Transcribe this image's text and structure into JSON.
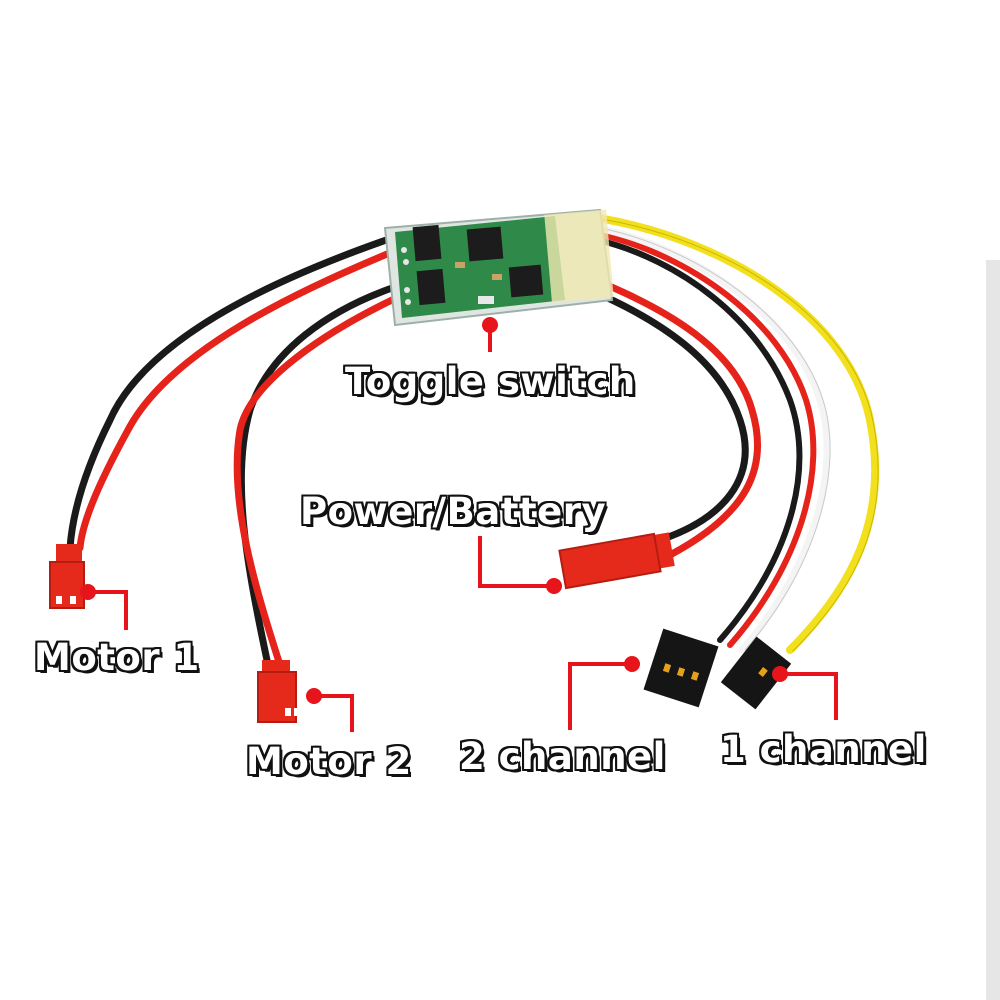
{
  "annotations": {
    "toggle_switch": "Toggle switch",
    "power_battery": "Power/Battery",
    "motor_1": "Motor 1",
    "motor_2": "Motor 2",
    "channel_2": "2 channel",
    "channel_1": "1 channel"
  },
  "colors": {
    "marker": "#e8141b",
    "wire_red": "#e5231b",
    "wire_black": "#1a1a1a",
    "wire_white": "#f4f4f4",
    "wire_yellow": "#f2e01e",
    "pcb": "#2f8a4a",
    "connector_red": "#e52a1c"
  }
}
